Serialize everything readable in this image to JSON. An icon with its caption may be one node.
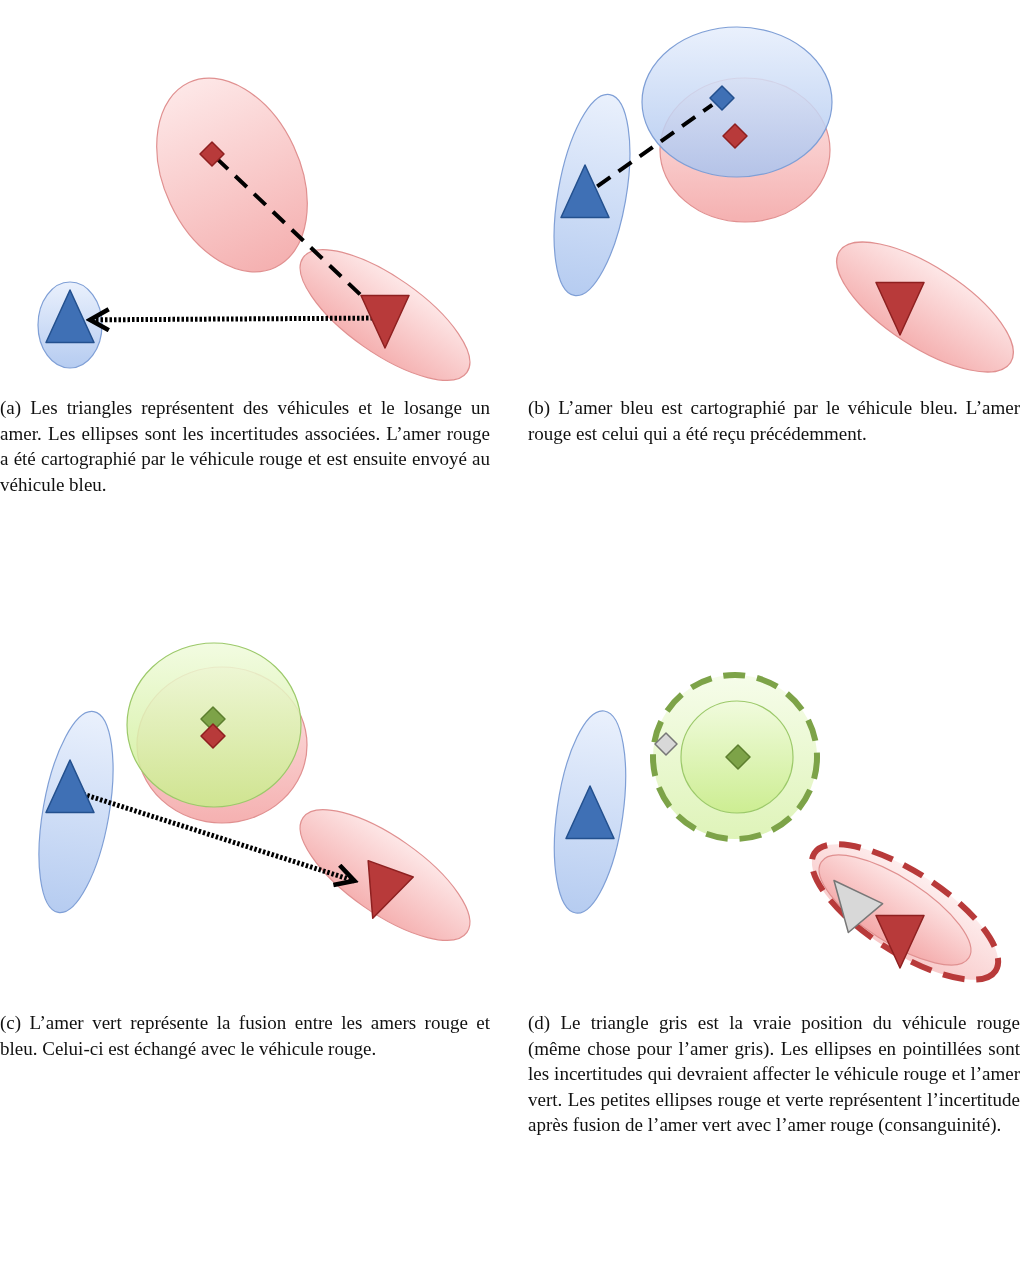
{
  "diagram": {
    "nodes": [
      {
        "text": [],
        "shape": "diamond"
      },
      {
        "text": [],
        "shape": "triangle"
      },
      {
        "text": [],
        "shape": "triangle"
      },
      {
        "text": [],
        "shape": "triangle"
      },
      {
        "text": [],
        "shape": "diamond"
      },
      {
        "text": [],
        "shape": "diamond"
      },
      {
        "text": [],
        "shape": "triangle"
      },
      {
        "text": [],
        "shape": "triangle"
      },
      {
        "text": [],
        "shape": "diamond"
      },
      {
        "text": [],
        "shape": "diamond"
      },
      {
        "text": [],
        "shape": "triangle"
      },
      {
        "text": [],
        "shape": "diamond"
      },
      {
        "text": [],
        "shape": "triangle"
      },
      {
        "text": [],
        "shape": "diamond"
      },
      {
        "text": [],
        "shape": "triangle"
      },
      {
        "text": [],
        "shape": "triangle"
      }
    ],
    "edges": [
      {
        "from": 0,
        "to": 1,
        "arrow": "none",
        "style": "dashed"
      },
      {
        "from": 1,
        "to": 2,
        "arrow": "to"
      },
      {
        "from": 3,
        "to": 4,
        "arrow": "none",
        "style": "dashed"
      },
      {
        "from": 7,
        "to": 10,
        "arrow": "to"
      }
    ],
    "labels": [
      "(a) Les triangles représentent des véhicules et le losange un amer. Les ellipses sont les incertitudes associées. L’amer rouge a été cartographié par le véhicule rouge et est ensuite envoyé au véhicule bleu.",
      "(b) L’amer bleu est cartographié par le véhicule bleu. L’amer rouge est celui qui a été reçu précédemment.",
      "(c) L’amer vert représente la fusion entre les amers rouge et bleu. Celui-ci est échangé avec le véhicule rouge.",
      "(d) Le triangle gris est la vraie position du véhicule rouge (même chose pour l’amer gris). Les ellipses en pointillées sont les incertitudes qui devraient affecter le véhicule rouge et l’amer vert. Les petites ellipses rouge et verte représentent l’incertitude après fusion de l’amer vert avec l’amer rouge (consanguinité)."
    ]
  }
}
